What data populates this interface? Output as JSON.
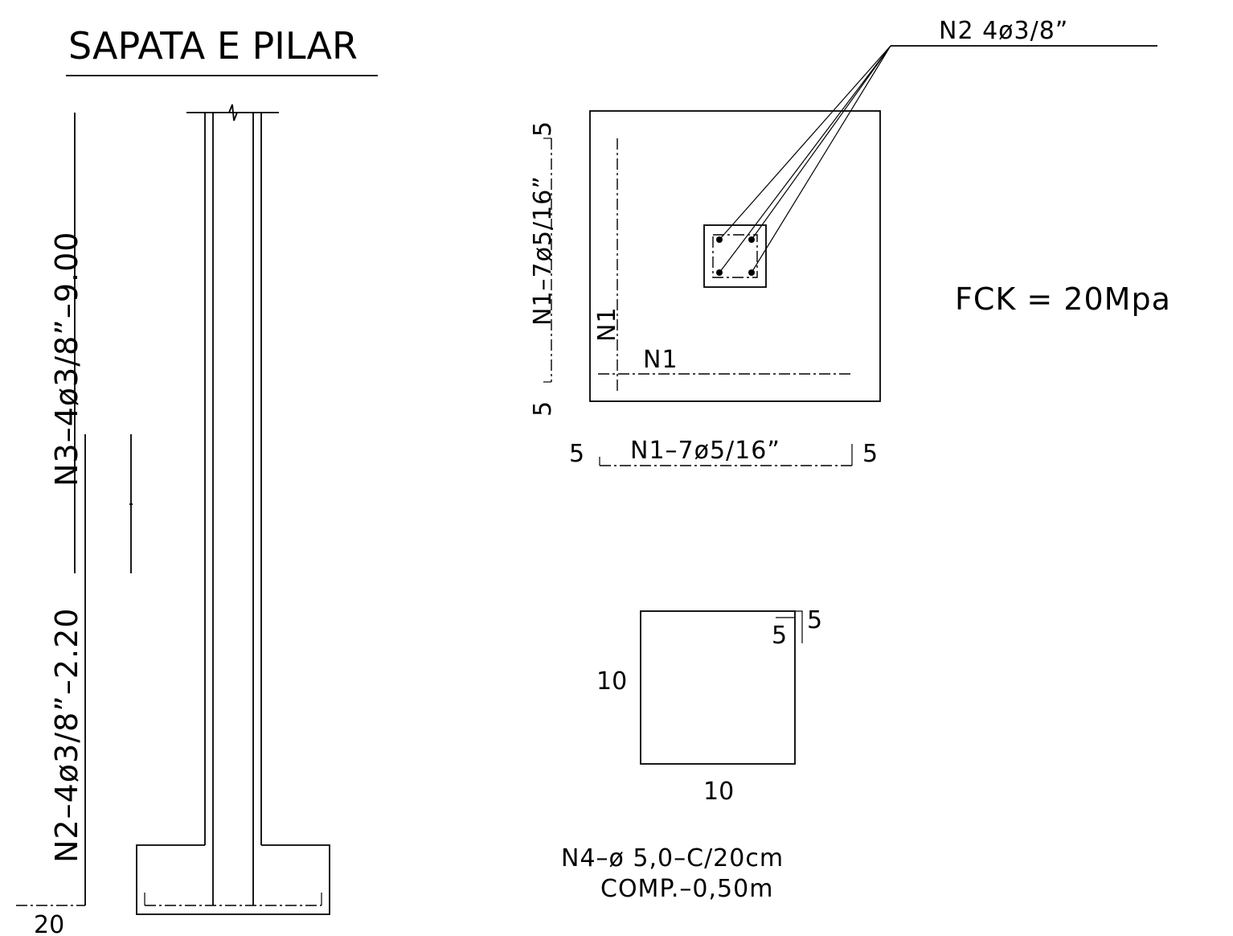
{
  "title": "SAPATA E PILAR",
  "fck_label": "FCK  =  20Mpa",
  "elevation": {
    "n3_label": "N3–4ø3/8”–9.00",
    "n2_label": "N2–4ø3/8”–2.20",
    "base_dim": "20"
  },
  "plan": {
    "n2_callout": "N2  4ø3/8”",
    "n1_vertical": "N1–7ø5/16”",
    "n1_horizontal": "N1–7ø5/16”",
    "n1_bar_vertical": "N1",
    "n1_bar_horizontal": "N1",
    "dim_top": "5",
    "dim_bottom_left": "5",
    "dim_left": "5",
    "dim_right": "5"
  },
  "stirrup": {
    "hook_outer": "5",
    "hook_inner": "5",
    "height": "10",
    "width": "10",
    "spec_line1": "N4–ø  5,0–C/20cm",
    "spec_line2": "COMP.–0,50m"
  }
}
